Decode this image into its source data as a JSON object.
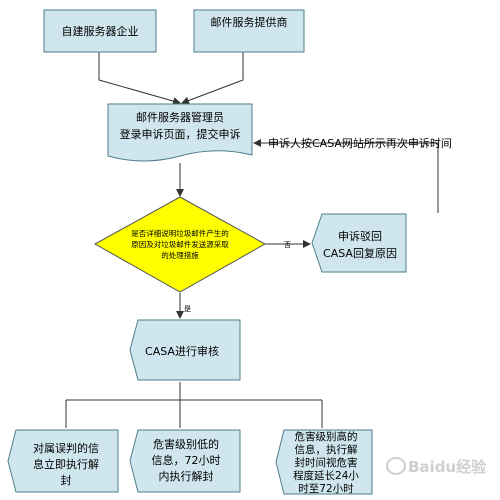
{
  "nodes": {
    "self_hosted": "自建服务器企业",
    "mail_provider": "邮件服务提供商",
    "admin_line1": "邮件服务器管理员",
    "admin_line2": "登录申诉页面，提交申诉",
    "decision_line1": "是否详细说明垃圾邮件产生的",
    "decision_line2": "原因及对垃圾邮件发送源采取",
    "decision_line3": "的处理措施",
    "reject_line1": "申诉驳回",
    "reject_line2": "CASA回复原因",
    "review": "CASA进行审核",
    "out1_line1": "对属误判的信",
    "out1_line2": "息立即执行解",
    "out1_line3": "封",
    "out2_line1": "危害级别低的",
    "out2_line2": "信息，72小时",
    "out2_line3": "内执行解封",
    "out3_line1": "危害级别高的",
    "out3_line2": "信息，执行解",
    "out3_line3": "封时间视危害",
    "out3_line4": "程度延长24小",
    "out3_line5": "时至72小时"
  },
  "labels": {
    "resubmit": "申诉人按CASA网站所示再次申诉时间",
    "no": "否",
    "yes": "是"
  },
  "watermark": "Baidu经验",
  "colors": {
    "box_fill": "#cfe6ee",
    "box_stroke": "#4d7e8c",
    "diamond_fill": "#ffff00",
    "line": "#333333"
  }
}
